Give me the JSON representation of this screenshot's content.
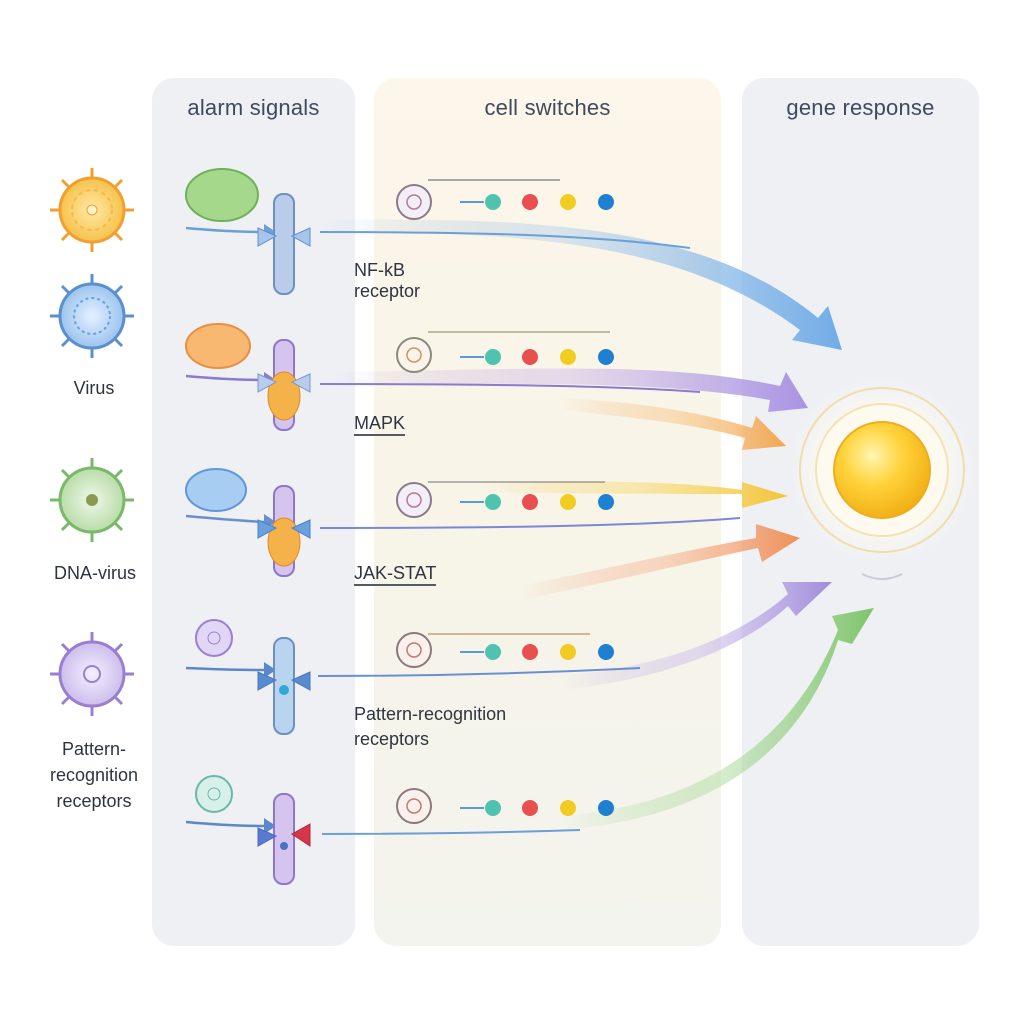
{
  "columns": {
    "alarm": "alarm signals",
    "switches": "cell switches",
    "gene": "gene response"
  },
  "left_labels": {
    "virus": "Virus",
    "dna_virus": "DNA-virus",
    "prr": "Pattern-\nrecognition\nreceptors"
  },
  "pathway_labels": {
    "nfkb_line1": "NF-kB",
    "nfkb_line2": "receptor",
    "mapk": "MAPK",
    "jakstat": "JAK-STAT",
    "prr_line1": "Pattern-recognition",
    "prr_line2": "receptors"
  },
  "colors": {
    "blue": "#5b9bd5",
    "purple": "#9b7fd1",
    "orange": "#f29a4a",
    "yellow": "#f2c12e",
    "green": "#7cc36a",
    "teal": "#4fc3b0",
    "red": "#e84f4f",
    "dot_yellow": "#f2cc22",
    "dot_blue": "#1f7fd1"
  },
  "icons": {
    "pathogens": [
      "orange-virus-icon",
      "blue-virus-icon",
      "green-dna-virus-icon",
      "purple-microbe-icon"
    ],
    "receptors": [
      "receptor-icon"
    ],
    "nucleus": "nucleus-icon"
  }
}
